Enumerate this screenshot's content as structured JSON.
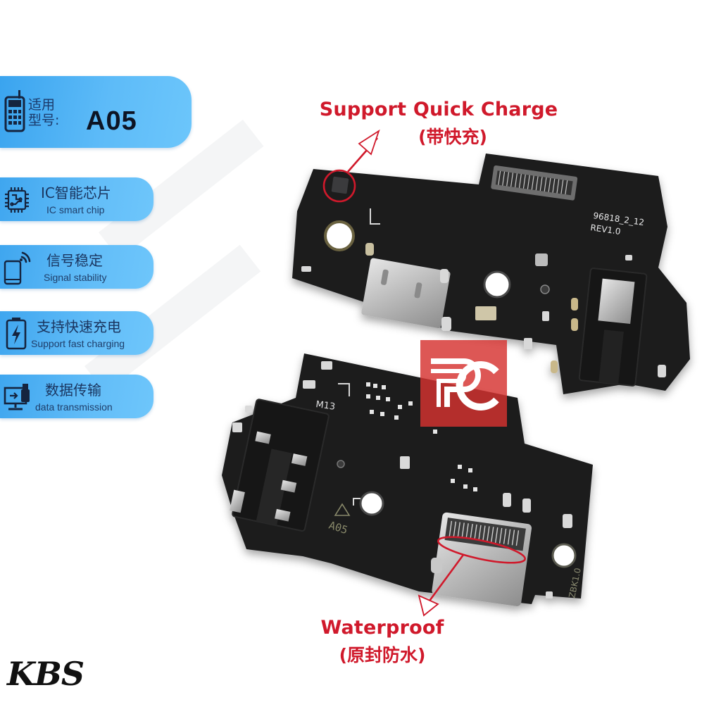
{
  "product": {
    "model_label_cn_line1": "适用",
    "model_label_cn_line2": "型号:",
    "model": "A05"
  },
  "features": [
    {
      "icon": "ic-chip-icon",
      "cn": "IC智能芯片",
      "en": "IC smart chip"
    },
    {
      "icon": "signal-phone-icon",
      "cn": "信号稳定",
      "en": "Signal stability"
    },
    {
      "icon": "battery-bolt-icon",
      "cn": "支持快速充电",
      "en": "Support fast charging"
    },
    {
      "icon": "monitor-usb-icon",
      "cn": "数据传输",
      "en": "data transmission"
    }
  ],
  "annotations": {
    "quick_charge": {
      "en": "Support Quick Charge",
      "cn": "(带快充)"
    },
    "waterproof": {
      "en": "Waterproof",
      "cn": "(原封防水)"
    }
  },
  "board_markings": {
    "top_board_code": "96818_2_12",
    "top_board_rev": "REV1.0",
    "bottom_board_mic": "M13",
    "bottom_board_model": "A05",
    "bottom_board_rev": "ZBK1.0"
  },
  "watermark": {
    "text": "PC"
  },
  "brand": {
    "logo_text": "KBS"
  },
  "colors": {
    "accent_blue": "#5dbbf8",
    "annotation_red": "#d0192b",
    "pcb_black": "#1b1c1e",
    "watermark_red": "#d53230"
  }
}
